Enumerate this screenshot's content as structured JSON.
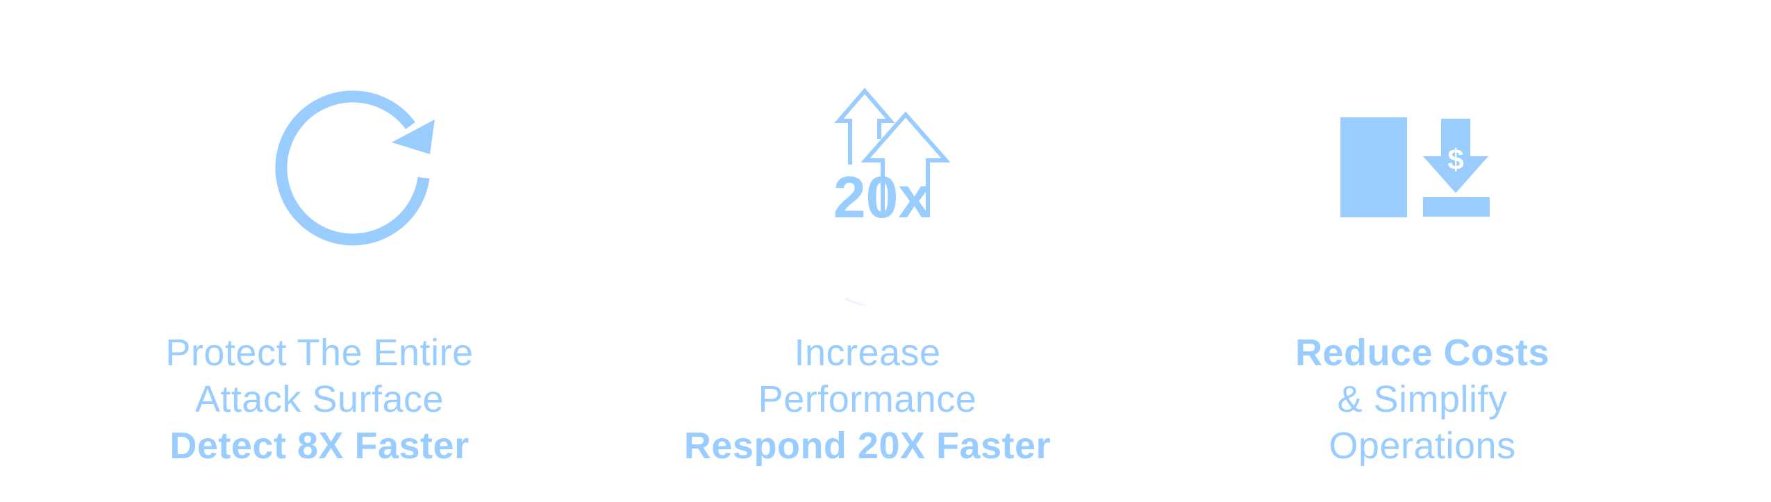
{
  "colors": {
    "accent": "#99ccff"
  },
  "features": [
    {
      "icon": "refresh-icon",
      "lines": [
        "Protect The Entire",
        "Attack Surface",
        "Detect 8X Faster"
      ]
    },
    {
      "icon": "performance-arrows-icon",
      "icon_text": "20x",
      "lines": [
        "Increase",
        "Performance",
        "Respond 20X Faster"
      ]
    },
    {
      "icon": "cost-reduction-icon",
      "icon_text": "$",
      "lines": [
        "Reduce Costs",
        "& Simplify",
        "Operations"
      ]
    }
  ]
}
